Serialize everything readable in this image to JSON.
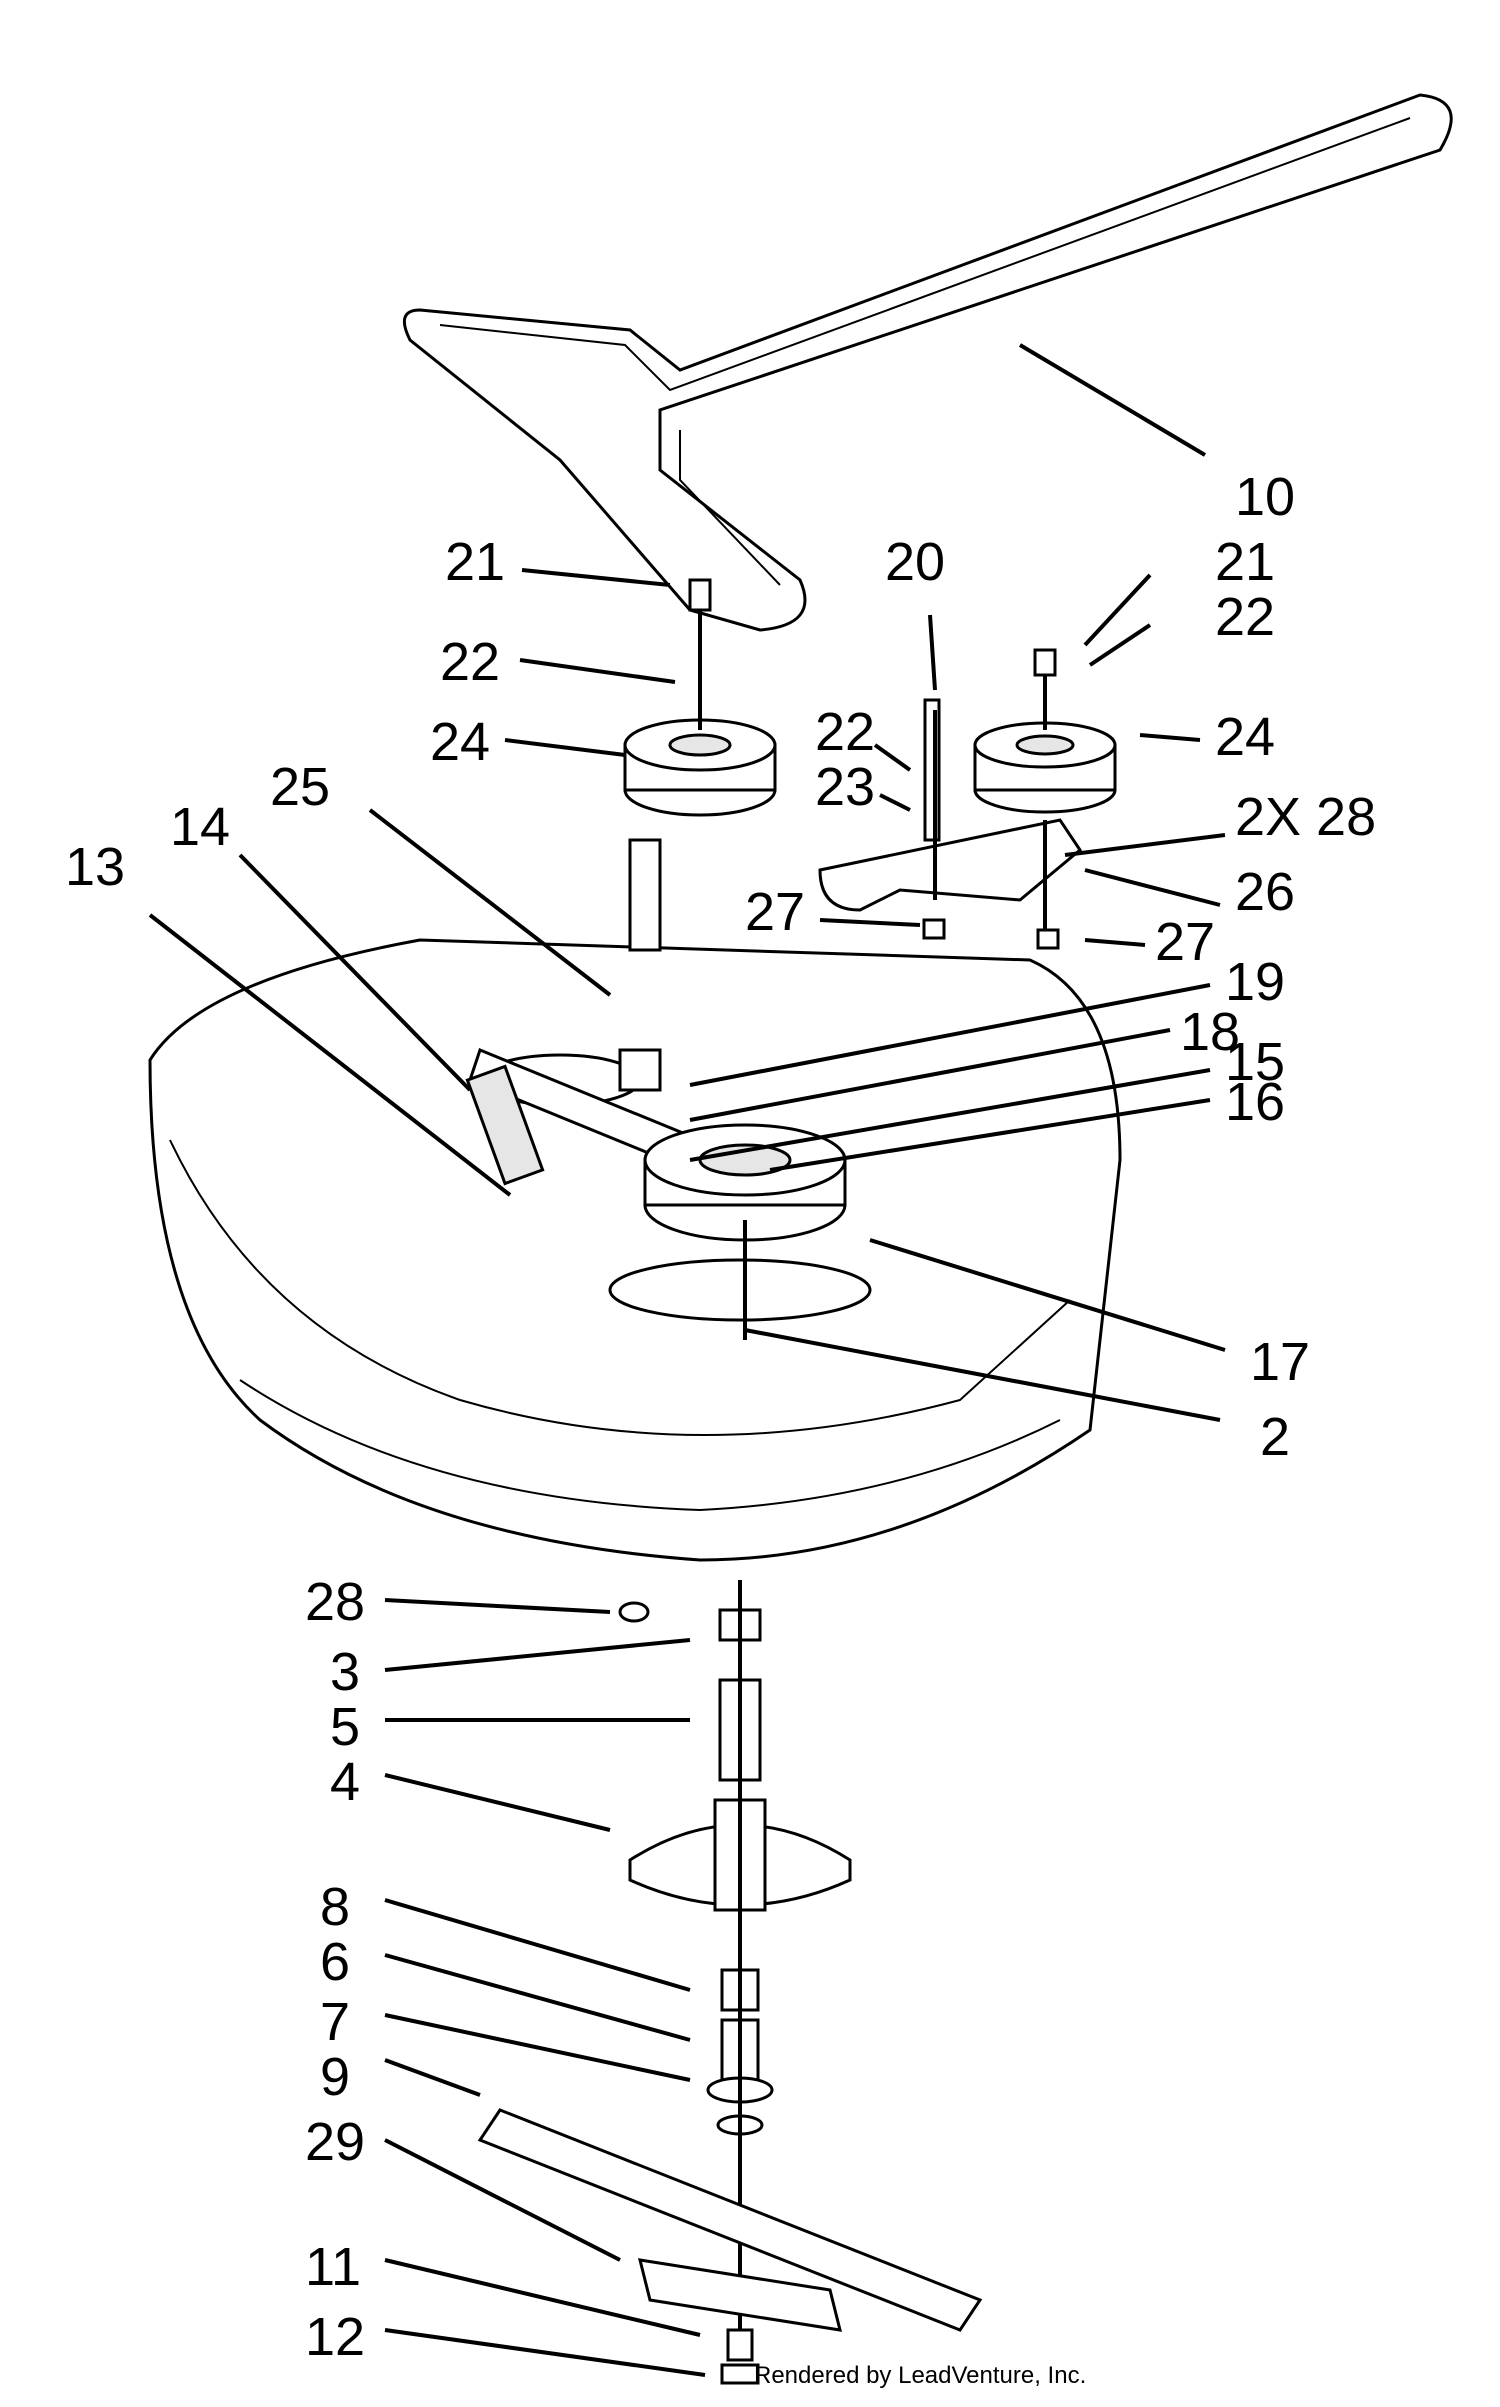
{
  "callouts": {
    "c10": "10",
    "c21a": "21",
    "c20": "20",
    "c21b": "21",
    "c22a": "22",
    "c22b": "22",
    "c24a": "24",
    "c22c": "22",
    "c24b": "24",
    "c23": "23",
    "c2x28": "2X 28",
    "c25": "25",
    "c14": "14",
    "c13": "13",
    "c27a": "27",
    "c26": "26",
    "c27b": "27",
    "c19": "19",
    "c18": "18",
    "c15": "15",
    "c16": "16",
    "c17": "17",
    "c2": "2",
    "c28": "28",
    "c3": "3",
    "c5": "5",
    "c4": "4",
    "c8": "8",
    "c6": "6",
    "c7": "7",
    "c9": "9",
    "c29": "29",
    "c11": "11",
    "c12": "12"
  },
  "credit": "Rendered by LeadVenture, Inc."
}
